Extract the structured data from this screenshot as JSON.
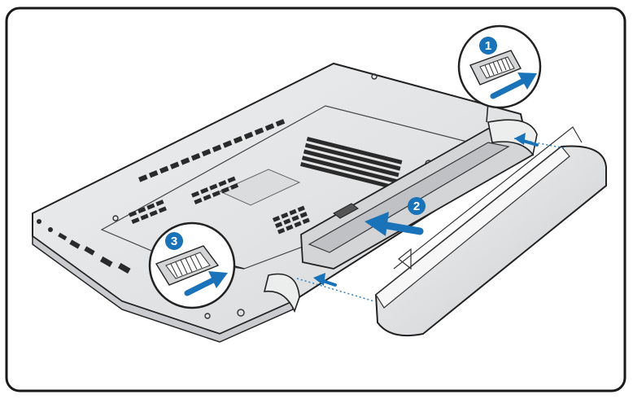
{
  "figure": {
    "steps": [
      {
        "number": "1",
        "label": "battery-lock-slide"
      },
      {
        "number": "2",
        "label": "battery-insert"
      },
      {
        "number": "3",
        "label": "battery-lock-slide"
      }
    ]
  },
  "colors": {
    "frame": "#1a1a1a",
    "body_fill": "#e6e7e8",
    "body_shade": "#c9cbce",
    "outline": "#222222",
    "vent": "#2a2a2a",
    "arrow_blue": "#1a73b8",
    "dotted": "#2f7fc0"
  }
}
